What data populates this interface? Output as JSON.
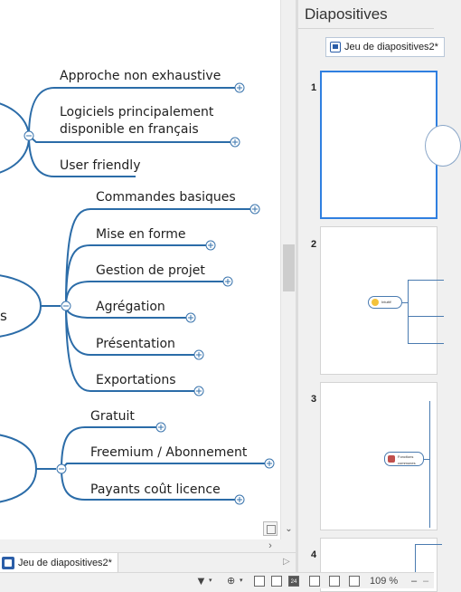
{
  "mindmap": {
    "topics": {
      "approche": "Approche non exhaustive",
      "logiciels_line1": "Logiciels principalement",
      "logiciels_line2": "disponible en français",
      "user_friendly": "User friendly",
      "commandes": "Commandes basiques",
      "mise_en_forme": "Mise en forme",
      "gestion": "Gestion de projet",
      "agregation": "Agrégation",
      "presentation": "Présentation",
      "exportations": "Exportations",
      "gratuit": "Gratuit",
      "freemium": "Freemium / Abonnement",
      "payants": "Payants coût licence",
      "parent2_partial": "s"
    },
    "branch_color": "#2b6ca8"
  },
  "document_tab": {
    "label": "Jeu de diapositives2*"
  },
  "panel": {
    "title": "Diapositives",
    "deck_button_label": "Jeu de diapositives2*",
    "slides": [
      {
        "number": "1"
      },
      {
        "number": "2"
      },
      {
        "number": "3"
      },
      {
        "number": "4"
      }
    ],
    "slide2": {
      "node_label": "Intuitif"
    },
    "slide3": {
      "node_label_line1": "Fonctions",
      "node_label_line2": "communes"
    },
    "selected_color": "#2f7fe0"
  },
  "statusbar": {
    "zoom": "109 %",
    "icons": [
      "filter-icon",
      "expand-icon",
      "view-icon",
      "notes-icon",
      "calendar-icon",
      "slides-icon",
      "tag-icon",
      "task-icon"
    ],
    "calendar_day": "24"
  }
}
